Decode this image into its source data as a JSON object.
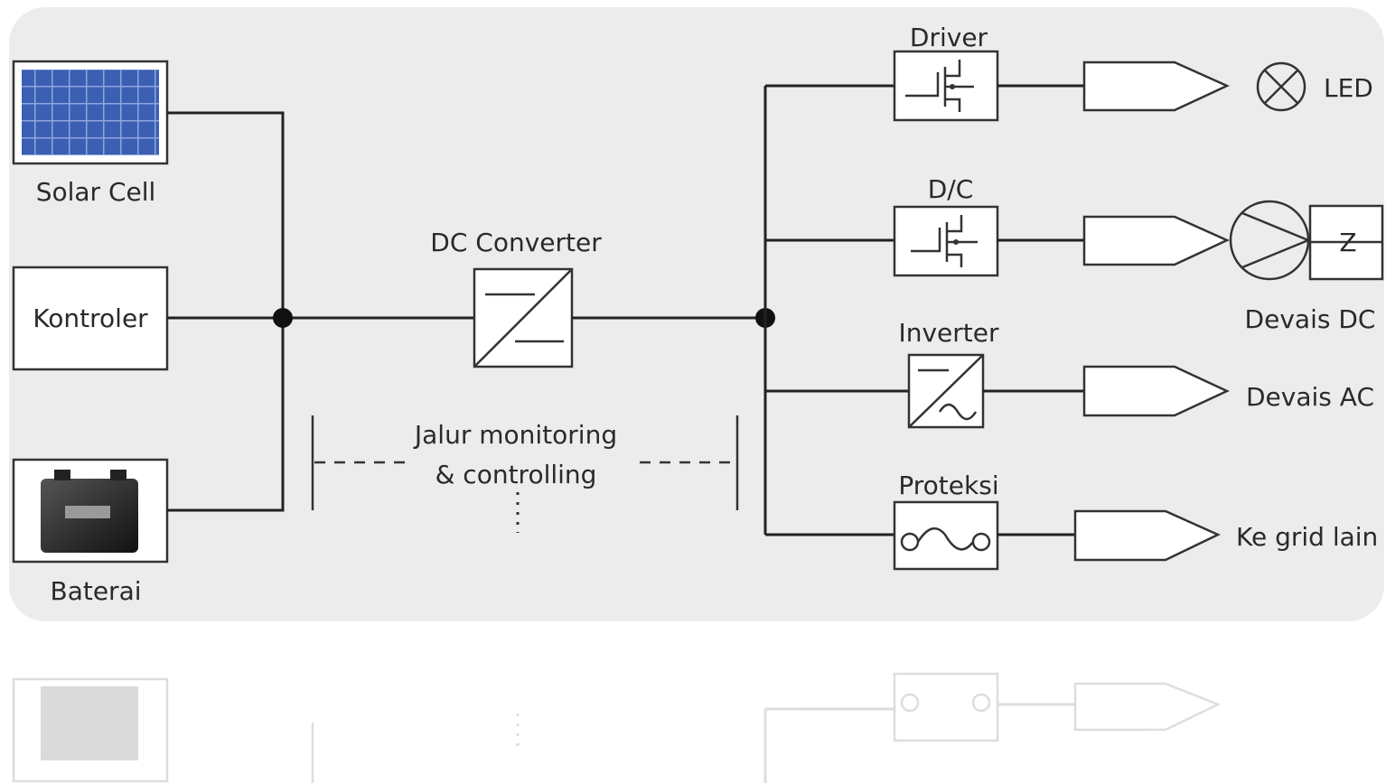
{
  "diagram": {
    "sources": [
      {
        "id": "solar",
        "label": "Solar Cell",
        "icon": "solar-panel-icon"
      },
      {
        "id": "kontroler",
        "label": "Kontroler"
      },
      {
        "id": "baterai",
        "label": "Baterai",
        "icon": "battery-icon"
      }
    ],
    "converter": {
      "label": "DC Converter",
      "icon": "dc-converter-icon"
    },
    "monitoring": {
      "line1": "Jalur monitoring",
      "line2": "& controlling"
    },
    "branches": [
      {
        "id": "driver",
        "block_label": "Driver",
        "load_label": "LED",
        "block_icon": "mosfet-icon",
        "load_icon": "lamp-icon"
      },
      {
        "id": "dc",
        "block_label": "D/C",
        "load_label": "Devais DC",
        "block_icon": "mosfet-icon",
        "load_icon": "motor-impedance-icon"
      },
      {
        "id": "inverter",
        "block_label": "Inverter",
        "load_label": "Devais AC",
        "block_icon": "inverter-icon"
      },
      {
        "id": "proteksi",
        "block_label": "Proteksi",
        "load_label": "Ke grid lain",
        "block_icon": "fuse-icon"
      }
    ],
    "load_symbol_z": "Z",
    "colors": {
      "panel": "#ececec",
      "solar_cell": "#3b5fb3",
      "wire": "#222222"
    }
  }
}
